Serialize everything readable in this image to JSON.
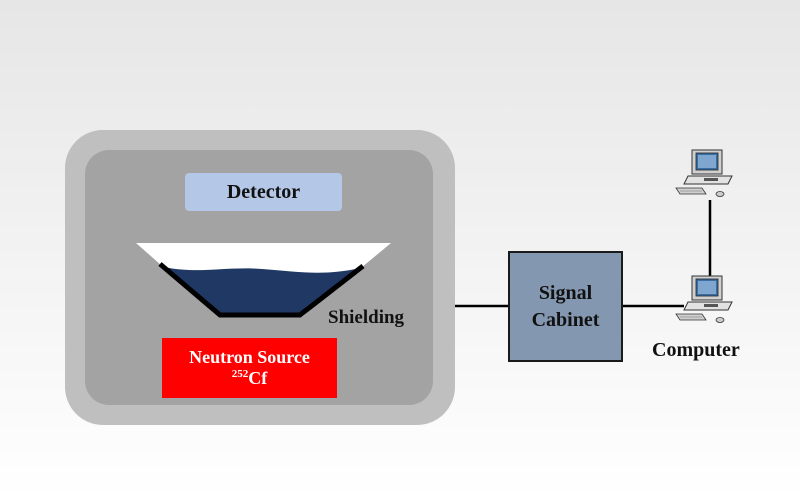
{
  "detector": {
    "label": "Detector"
  },
  "neutron_source": {
    "label": "Neutron Source",
    "isotope_mass": "252",
    "isotope_symbol": "Cf"
  },
  "shielding": {
    "label": "Shielding"
  },
  "signal_cabinet": {
    "line1": "Signal",
    "line2": "Cabinet"
  },
  "computer": {
    "label": "Computer"
  },
  "colors": {
    "outer_chamber": "#bfbfbf",
    "inner_chamber": "#a3a3a3",
    "detector_fill": "#b4c7e7",
    "neutron_source_fill": "#ff0000",
    "liquid_fill": "#1f3864",
    "signal_cabinet_fill": "#8497b0",
    "connector": "#000000"
  },
  "icons": {
    "computer_top": "desktop-computer-icon",
    "computer_bottom": "desktop-computer-icon"
  }
}
